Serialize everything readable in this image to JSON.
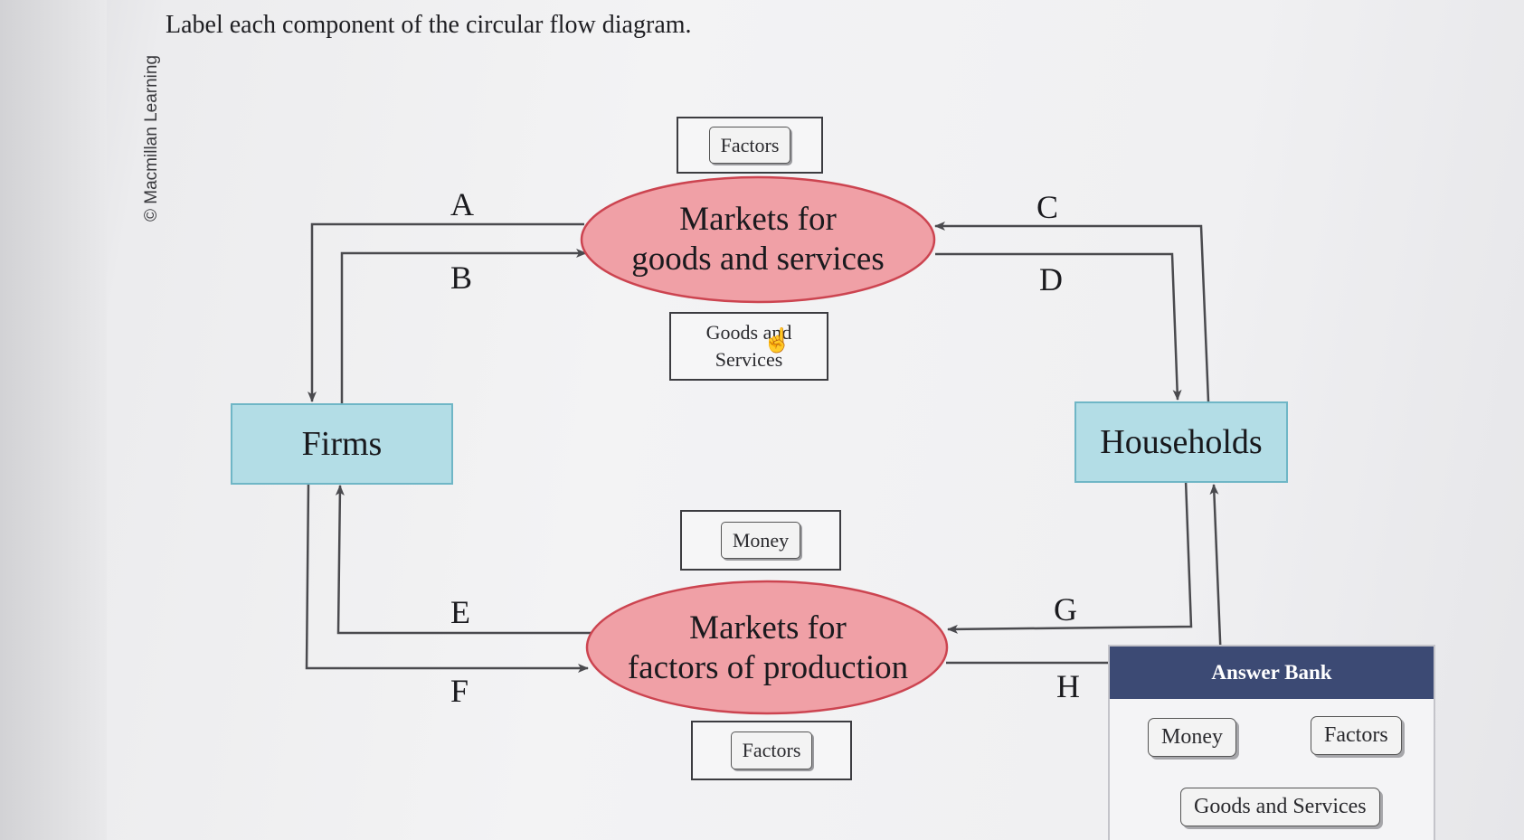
{
  "instruction": "Label each component of the circular flow diagram.",
  "copyright": "© Macmillan Learning",
  "nodes": {
    "firms": "Firms",
    "households": "Households",
    "goods_market_line1": "Markets for",
    "goods_market_line2": "goods and services",
    "factors_market_line1": "Markets for",
    "factors_market_line2": "factors of production"
  },
  "flow_letters": {
    "a": "A",
    "b": "B",
    "c": "C",
    "d": "D",
    "e": "E",
    "f": "F",
    "g": "G",
    "h": "H"
  },
  "placed_labels": {
    "top_upper": "Factors",
    "top_lower_line1": "Goods and",
    "top_lower_line2": "Services",
    "bottom_upper": "Money",
    "bottom_lower": "Factors"
  },
  "answer_bank": {
    "title": "Answer Bank",
    "items": [
      "Money",
      "Factors",
      "Goods and Services"
    ]
  },
  "colors": {
    "market_fill": "#f0a0a6",
    "market_stroke": "#cc4450",
    "node_fill": "#b3dde6",
    "bank_header": "#3c4a74",
    "arrow": "#4a4a4e"
  },
  "icons": {
    "cursor": "hand-pointer-icon"
  }
}
